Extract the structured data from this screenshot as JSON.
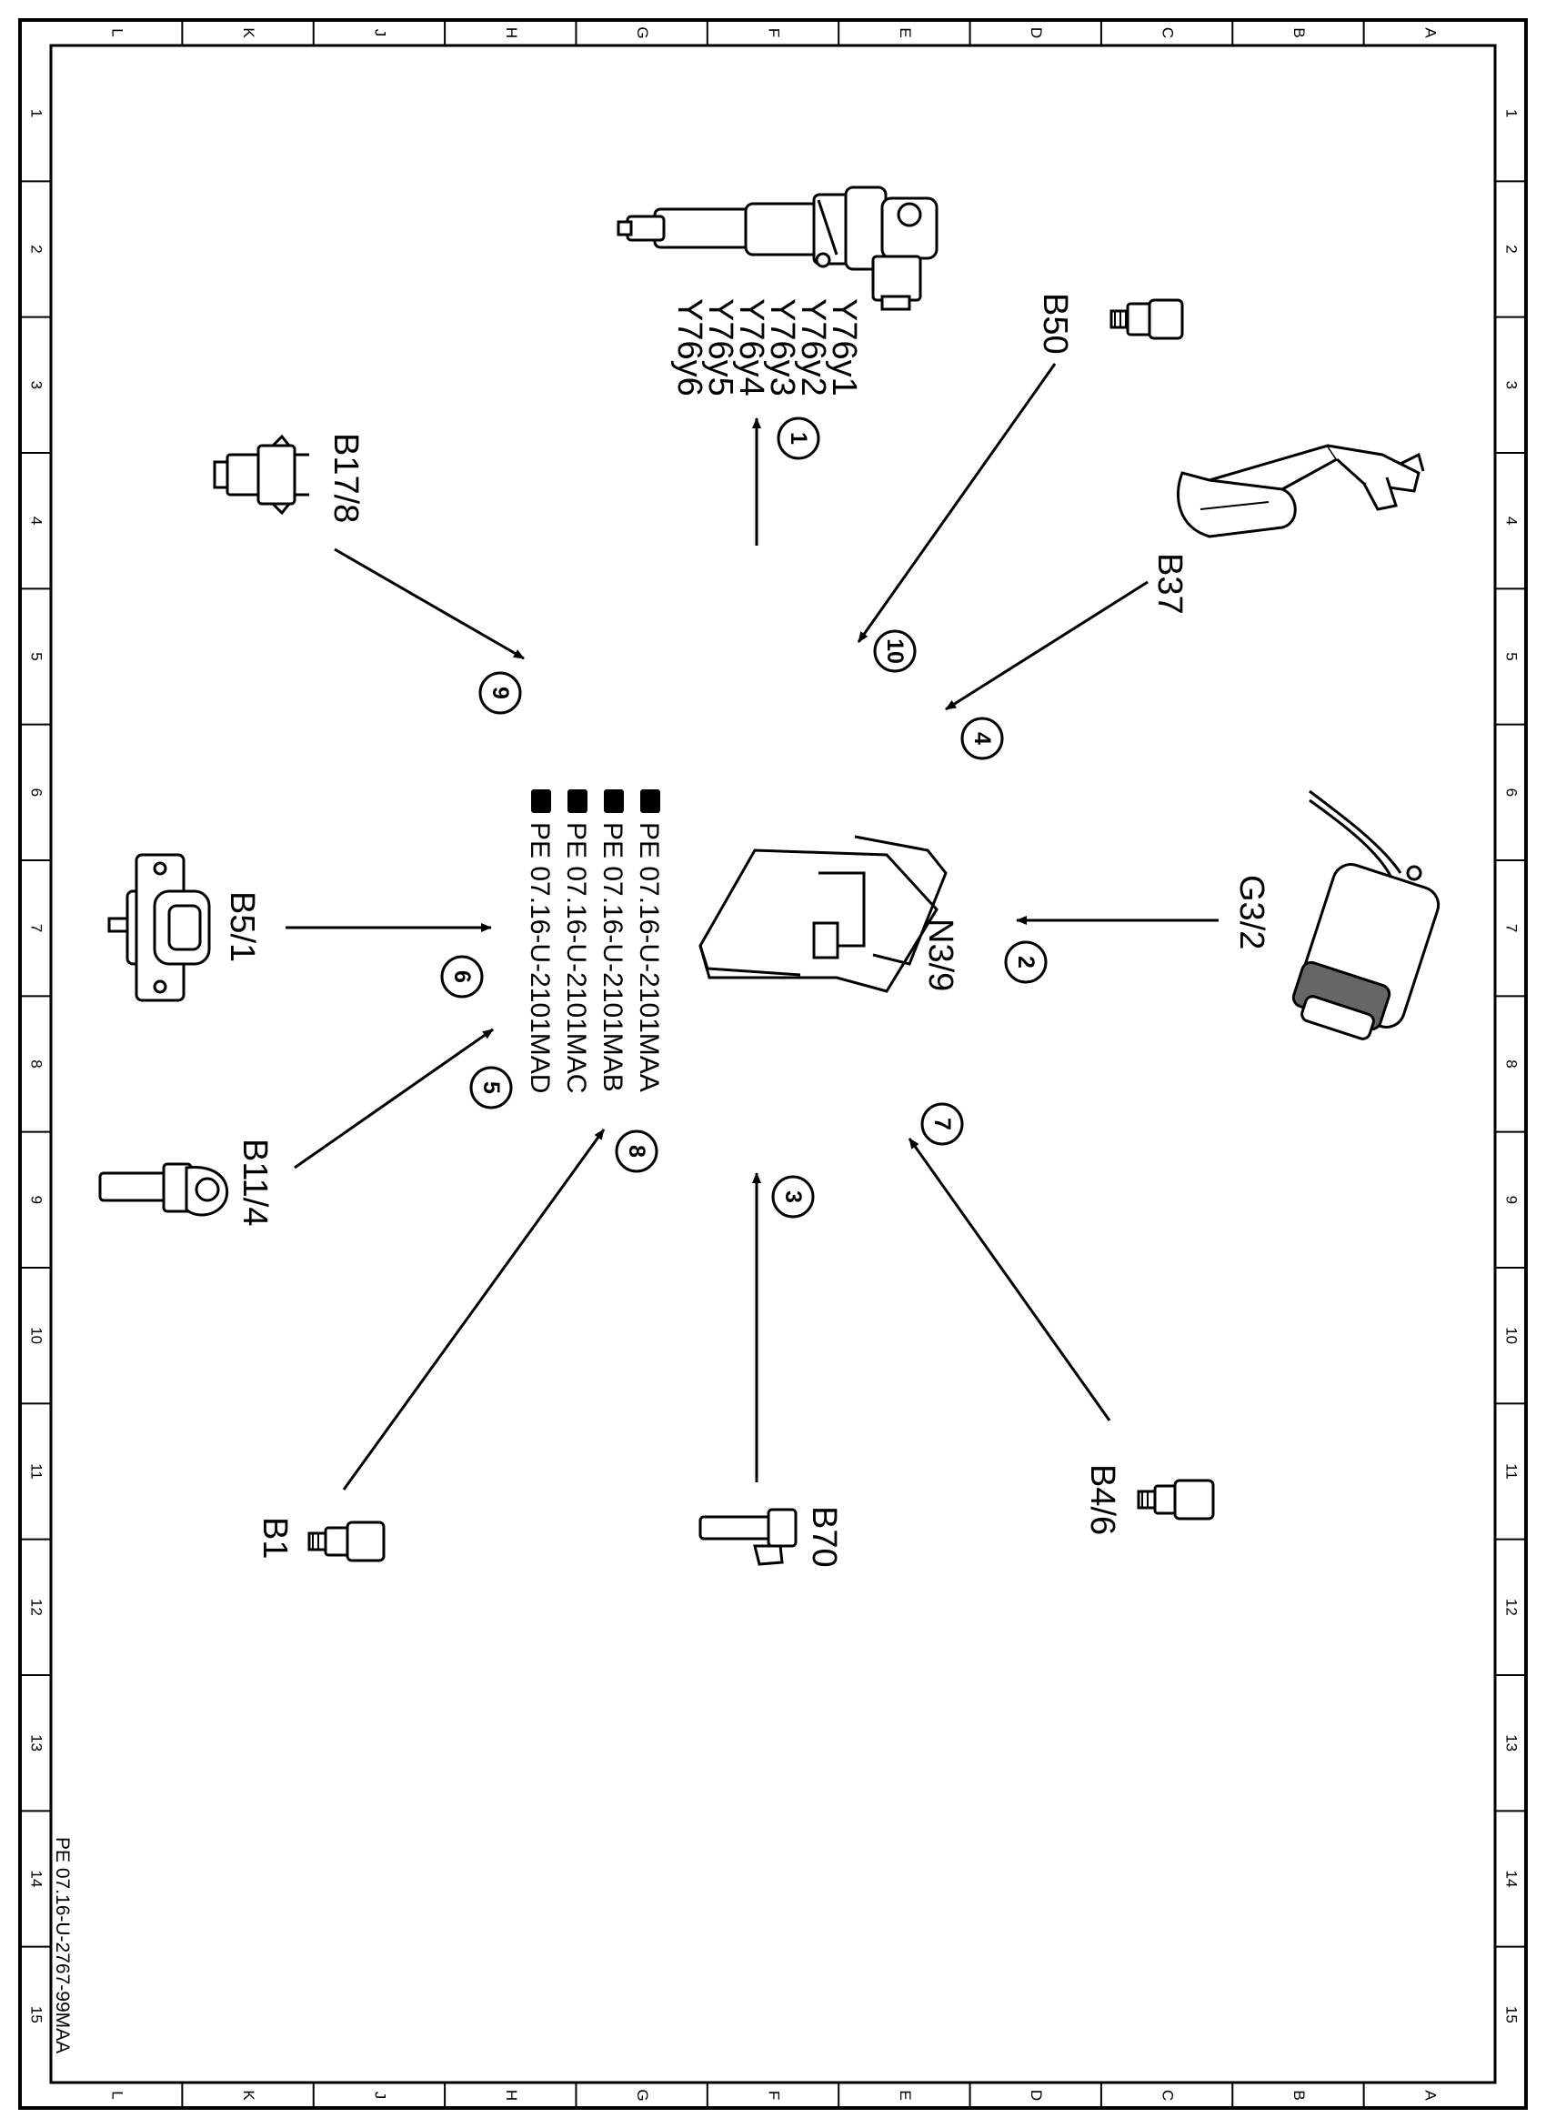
{
  "document_id": "PE 07.16-U-2767-99MAA",
  "grid": {
    "letters": [
      "L",
      "K",
      "J",
      "H",
      "G",
      "F",
      "E",
      "D",
      "C",
      "B",
      "A"
    ],
    "numbers": [
      "1",
      "2",
      "3",
      "4",
      "5",
      "6",
      "7",
      "8",
      "9",
      "10",
      "11",
      "12",
      "13",
      "14",
      "15"
    ]
  },
  "control_unit": {
    "label": "N3/9"
  },
  "wiring_refs": [
    "PE 07.16-U-2101MAA",
    "PE 07.16-U-2101MAB",
    "PE 07.16-U-2101MAC",
    "PE 07.16-U-2101MAD"
  ],
  "injector_labels": [
    "Y76y1",
    "Y76y2",
    "Y76y3",
    "Y76y4",
    "Y76y5",
    "Y76y6"
  ],
  "components": {
    "b50": "B50",
    "b37": "B37",
    "g3_2": "G3/2",
    "b4_6": "B4/6",
    "b70": "B70",
    "b1": "B1",
    "b11_4": "B11/4",
    "b5_1": "B5/1",
    "b17_8": "B17/8"
  },
  "callouts": {
    "c1": "1",
    "c2": "2",
    "c3": "3",
    "c4": "4",
    "c5": "5",
    "c6": "6",
    "c7": "7",
    "c8": "8",
    "c9": "9",
    "c10": "10"
  }
}
